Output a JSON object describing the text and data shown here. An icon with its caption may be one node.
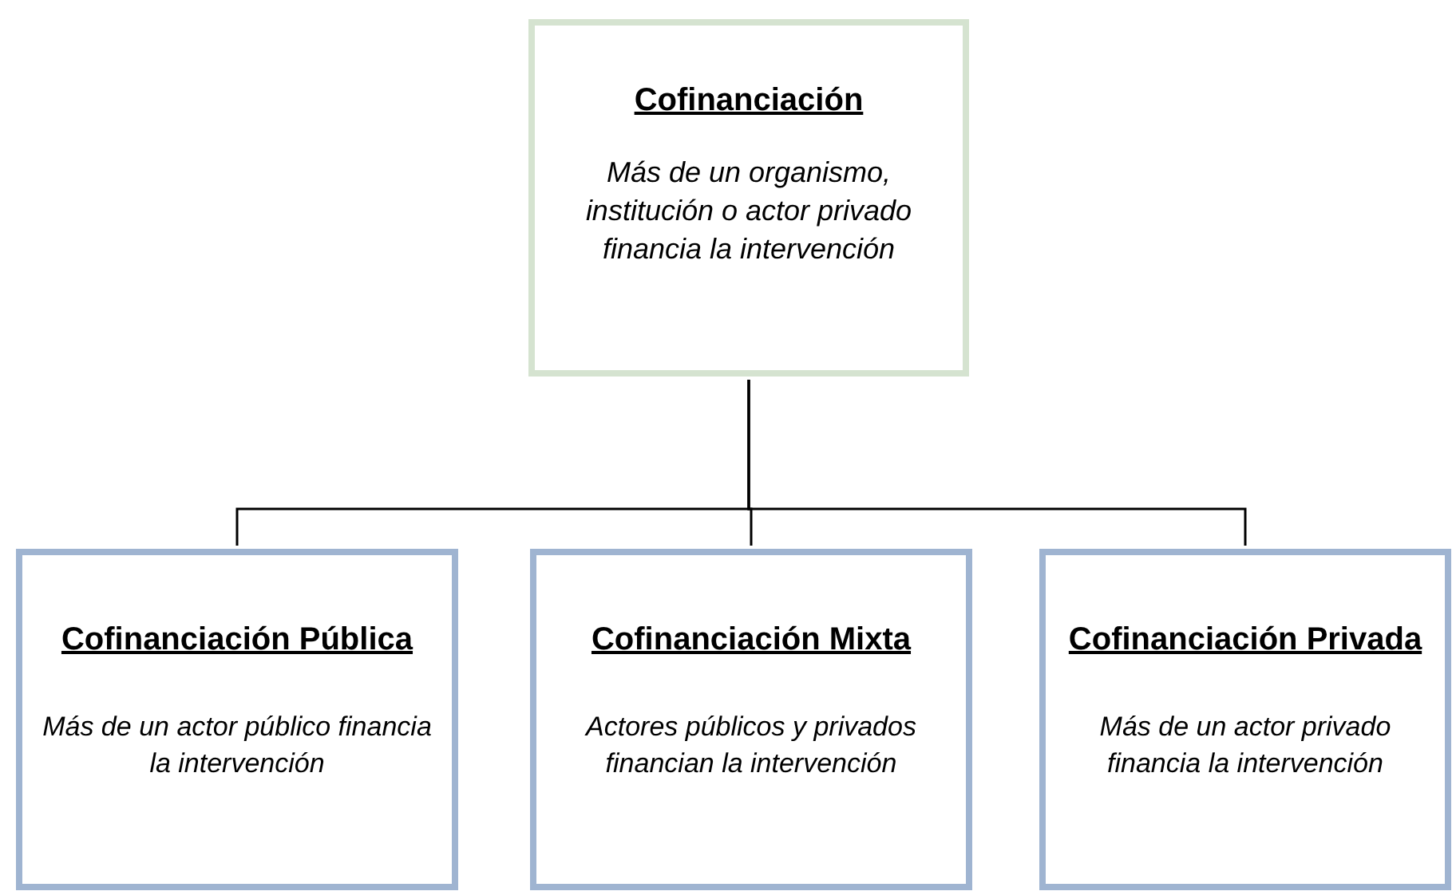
{
  "diagram": {
    "nodes": [
      {
        "text": [
          "Cofinanciación",
          "Más de un organismo, institución o actor privado financia la intervención"
        ]
      },
      {
        "text": [
          "Cofinanciación Pública",
          "Más de un actor público financia la intervención"
        ]
      },
      {
        "text": [
          "Cofinanciación Mixta",
          "Actores públicos y privados financian la intervención"
        ]
      },
      {
        "text": [
          "Cofinanciación Privada",
          "Más de un actor privado financia la intervención"
        ]
      }
    ],
    "edges": [
      {
        "from": 0,
        "to": 1,
        "arrow": "none"
      },
      {
        "from": 0,
        "to": 2,
        "arrow": "none"
      },
      {
        "from": 0,
        "to": 3,
        "arrow": "none"
      }
    ]
  }
}
